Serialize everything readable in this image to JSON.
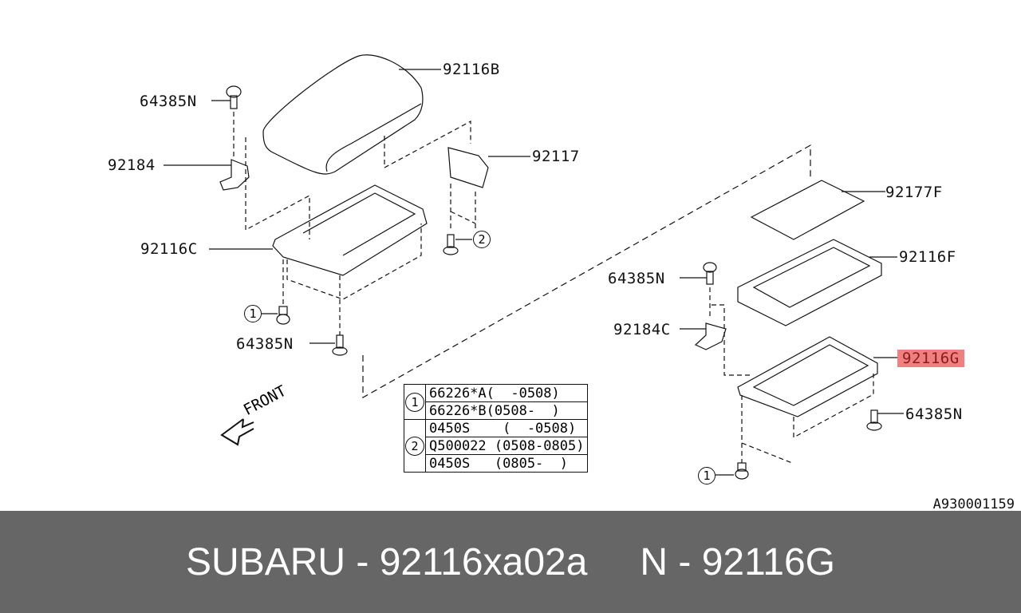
{
  "diagram": {
    "labels": {
      "p92116B": "92116B",
      "p64385N_tl": "64385N",
      "p92184": "92184",
      "p92117": "92117",
      "p92116C": "92116C",
      "p64385N_bl": "64385N",
      "p92177F": "92177F",
      "p92116F": "92116F",
      "p64385N_mr": "64385N",
      "p92184C": "92184C",
      "p92116G": "92116G",
      "p64385N_br": "64385N"
    },
    "callouts": {
      "c1_left": "1",
      "c2_top": "2",
      "c1_right": "1"
    },
    "highlight": {
      "part": "92116G",
      "color": "#f08080"
    },
    "front_label": "FRONT",
    "figure_id": "A930001159"
  },
  "notes_table": {
    "groups": [
      {
        "key": "1",
        "rows": [
          "66226*A(  -0508)",
          "66226*B(0508-  )"
        ]
      },
      {
        "key": "2",
        "rows": [
          "0450S    (  -0508)",
          "Q500022 (0508-0805)",
          "0450S   (0805-  )"
        ]
      }
    ]
  },
  "footer": {
    "brand_part": "SUBARU - 92116xa02a",
    "ref": "N - 92116G",
    "bg_color": "#666666"
  }
}
